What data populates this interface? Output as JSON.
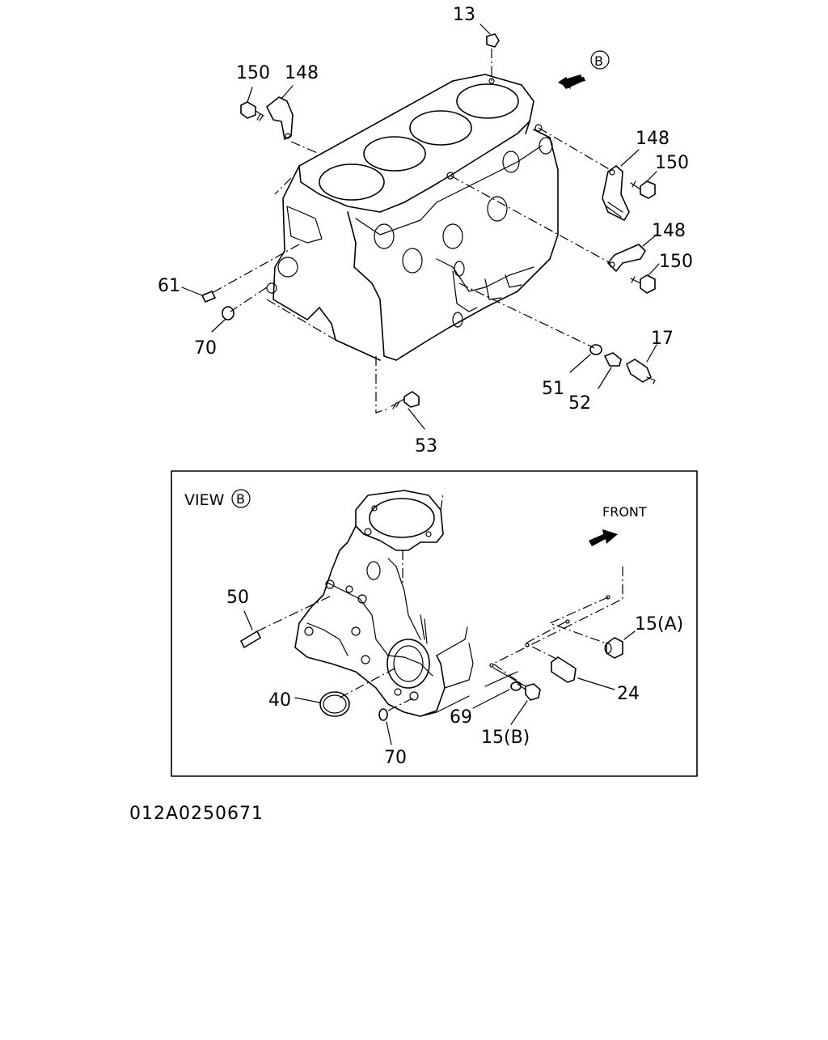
{
  "diagram_code": "012A0250671",
  "view_b": {
    "view_label": "VIEW",
    "marker": "B",
    "front_label": "FRONT"
  },
  "callouts": {
    "c13": "13",
    "c150a": "150",
    "c148a": "148",
    "c148b": "148",
    "c150b": "150",
    "c148c": "148",
    "c150c": "150",
    "c61": "61",
    "c70a": "70",
    "c17": "17",
    "c51": "51",
    "c52": "52",
    "c53": "53",
    "c50": "50",
    "c15a": "15(A)",
    "c24": "24",
    "c40": "40",
    "c69": "69",
    "c15b": "15(B)",
    "c70b": "70"
  },
  "b_marker_top": "B"
}
